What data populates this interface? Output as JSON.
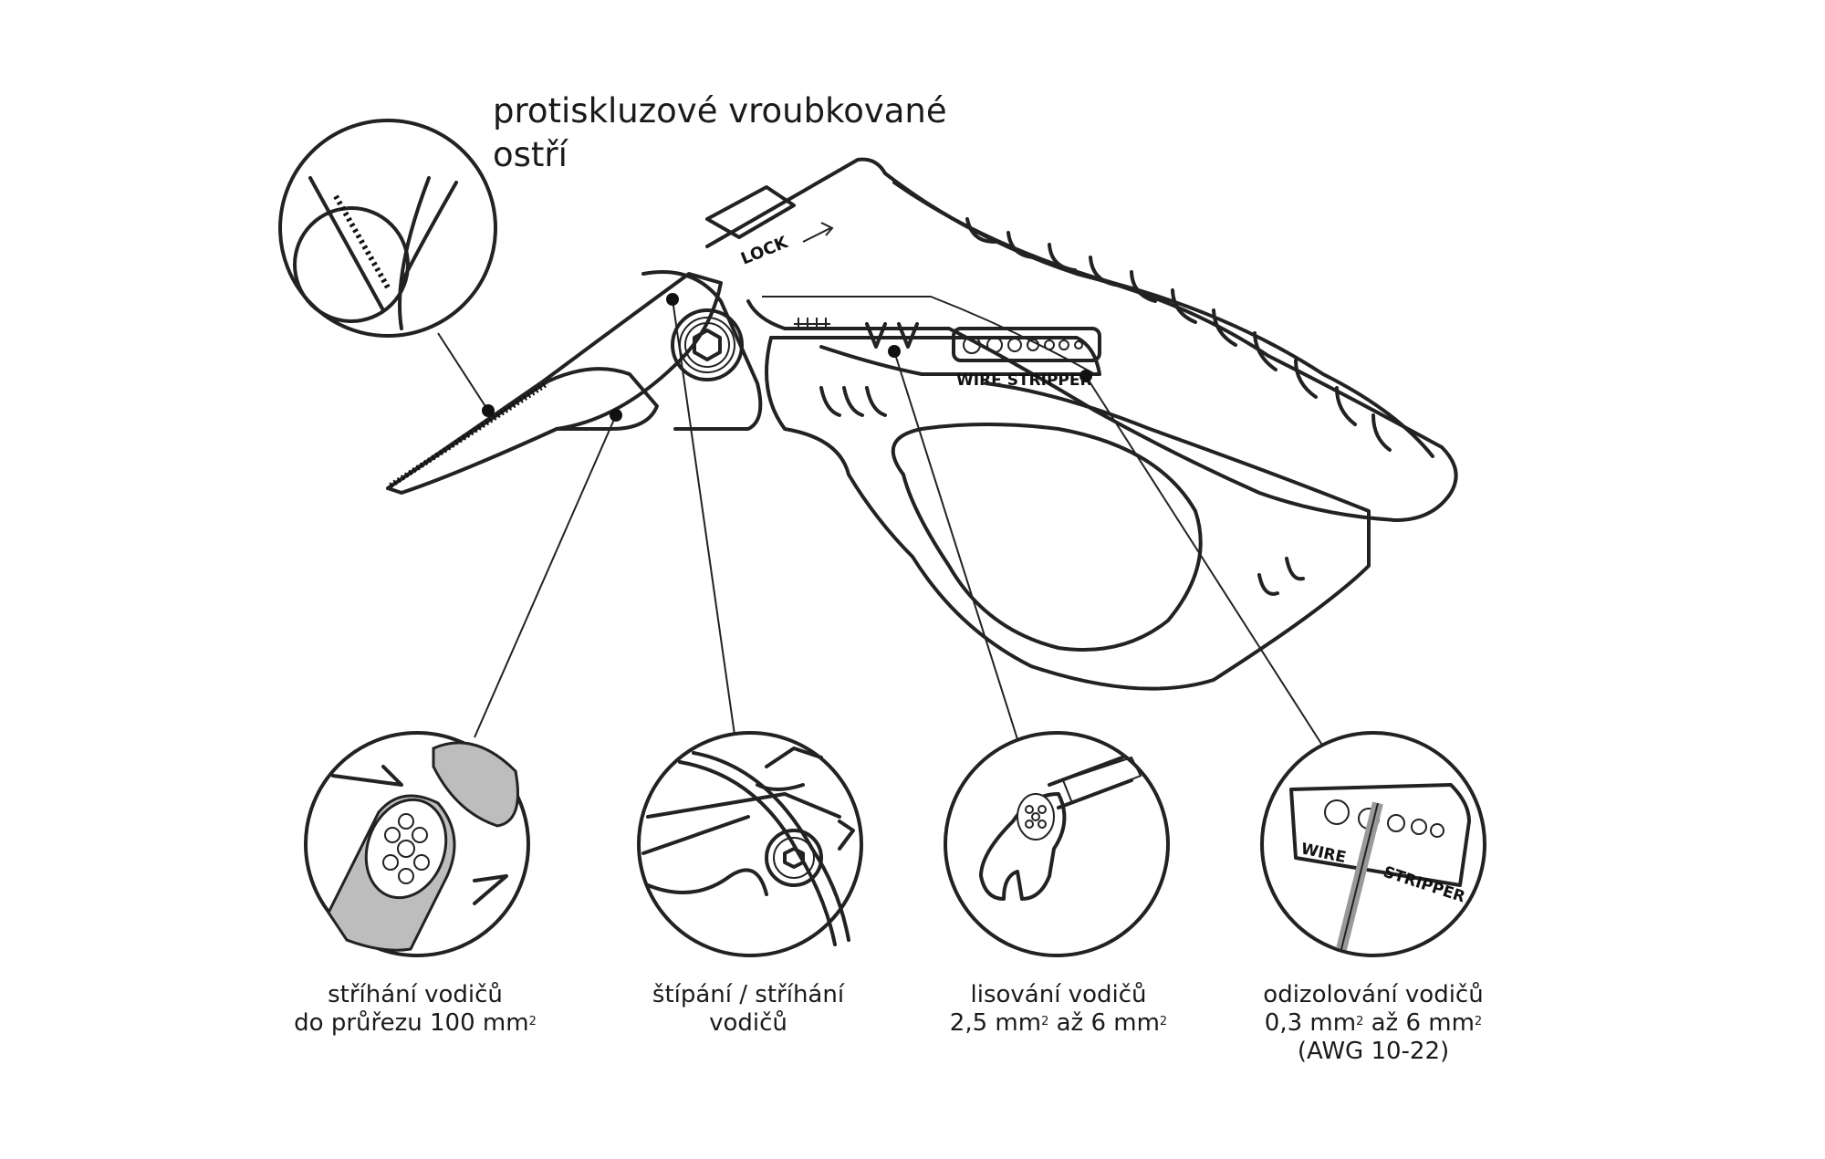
{
  "title": {
    "line1": "protiskluzové vroubkované",
    "line2": "ostří"
  },
  "tool_marking": {
    "lock": "LOCK",
    "wire_stripper": "WIRE STRIPPER"
  },
  "detail_marking": {
    "wire": "WIRE",
    "stripper": "STRIPPER"
  },
  "captions": [
    {
      "line1": "stříhání vodičů",
      "line2": "do průřezu 100 mm",
      "line2_sup": "2",
      "line2_tail": ""
    },
    {
      "line1": "štípání / stříhání",
      "line2": "vodičů",
      "line2_sup": "",
      "line2_tail": ""
    },
    {
      "line1": "lisování vodičů",
      "line2a": "2,5 mm",
      "line2b": " až 6 mm",
      "sup": "2"
    },
    {
      "line1": "odizolování vodičů",
      "line2a": "0,3 mm",
      "line2b": " až 6 mm",
      "sup": "2",
      "line3": "(AWG 10-22)"
    }
  ]
}
